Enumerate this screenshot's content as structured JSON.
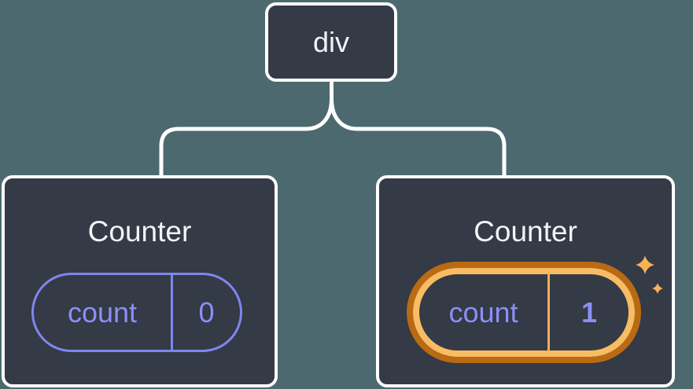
{
  "diagram": {
    "root": {
      "label": "div"
    },
    "nodes": [
      {
        "title": "Counter",
        "state_key": "count",
        "state_value": "0",
        "highlighted": false
      },
      {
        "title": "Counter",
        "state_key": "count",
        "state_value": "1",
        "highlighted": true
      }
    ]
  },
  "icons": {
    "sparkle_large": "sparkle-icon",
    "sparkle_small": "sparkle-icon"
  },
  "colors": {
    "background": "#4C6970",
    "node_fill": "#343A46",
    "node_border": "#FFFFFF",
    "text_primary": "#F2F3F5",
    "state_purple_border": "#7E86EE",
    "state_purple_text": "#8A90F5",
    "highlight_ring_outer": "#B96A12",
    "highlight_ring_inner": "#F8BC64",
    "highlight_divider": "#F0AD56",
    "sparkle": "#F6B254"
  }
}
